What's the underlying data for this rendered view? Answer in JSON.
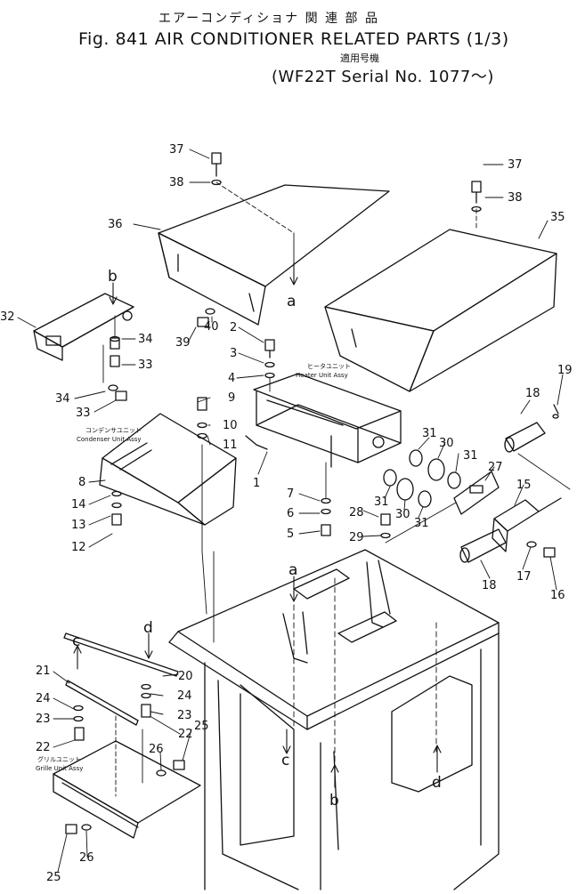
{
  "header": {
    "japanese_title": "エアーコンディショナ 関 連 部 品",
    "figure_title": "Fig. 841 AIR CONDITIONER RELATED PARTS (1/3)",
    "applicable_label": "適用号機",
    "serial_line": "(WF22T Serial No. 1077～)"
  },
  "unit_labels": [
    {
      "id": "heater",
      "jp": "ヒータユニット",
      "en": "Heater Unit Assy"
    },
    {
      "id": "condenser",
      "jp": "コンデンサユニット",
      "en": "Condenser Unit Assy"
    },
    {
      "id": "grille",
      "jp": "グリルユニット",
      "en": "Grille Unit Assy"
    }
  ],
  "part_numbers": [
    {
      "label": "37"
    },
    {
      "label": "38"
    },
    {
      "label": "36"
    },
    {
      "label": "37"
    },
    {
      "label": "38"
    },
    {
      "label": "35"
    },
    {
      "label": "32"
    },
    {
      "label": "34"
    },
    {
      "label": "33"
    },
    {
      "label": "34"
    },
    {
      "label": "33"
    },
    {
      "label": "39"
    },
    {
      "label": "40"
    },
    {
      "label": "2"
    },
    {
      "label": "3"
    },
    {
      "label": "4"
    },
    {
      "label": "9"
    },
    {
      "label": "10"
    },
    {
      "label": "11"
    },
    {
      "label": "1"
    },
    {
      "label": "8"
    },
    {
      "label": "14"
    },
    {
      "label": "13"
    },
    {
      "label": "12"
    },
    {
      "label": "7"
    },
    {
      "label": "6"
    },
    {
      "label": "5"
    },
    {
      "label": "31"
    },
    {
      "label": "30"
    },
    {
      "label": "31"
    },
    {
      "label": "31"
    },
    {
      "label": "30"
    },
    {
      "label": "31"
    },
    {
      "label": "27"
    },
    {
      "label": "28"
    },
    {
      "label": "29"
    },
    {
      "label": "18"
    },
    {
      "label": "19"
    },
    {
      "label": "15"
    },
    {
      "label": "17"
    },
    {
      "label": "16"
    },
    {
      "label": "18"
    },
    {
      "label": "20"
    },
    {
      "label": "21"
    },
    {
      "label": "24"
    },
    {
      "label": "24"
    },
    {
      "label": "23"
    },
    {
      "label": "23"
    },
    {
      "label": "22"
    },
    {
      "label": "22"
    },
    {
      "label": "25"
    },
    {
      "label": "26"
    },
    {
      "label": "25"
    },
    {
      "label": "26"
    }
  ],
  "reference_letters": [
    "a",
    "b",
    "c",
    "d",
    "a",
    "b",
    "c",
    "d"
  ]
}
